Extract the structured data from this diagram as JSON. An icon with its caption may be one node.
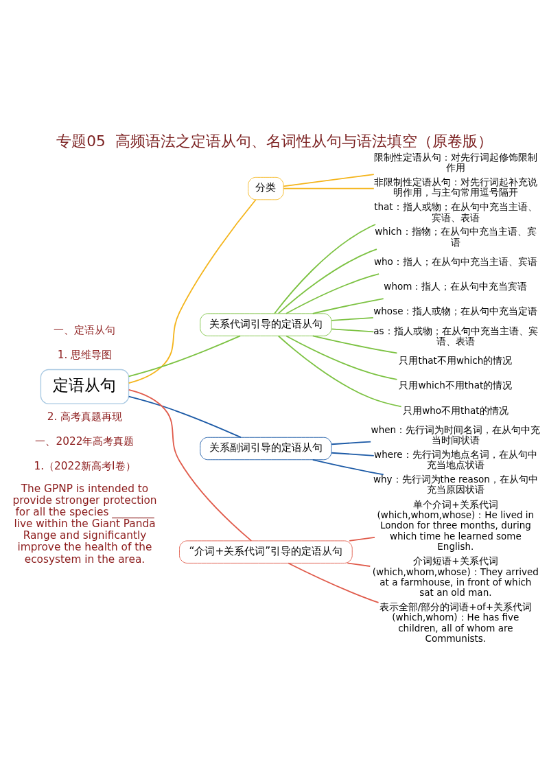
{
  "diagram": {
    "title": "专题05  高频语法之定语从句、名词性从句与语法填空（原卷版）",
    "nodes": [
      {
        "text": [
          "定语从句"
        ]
      },
      {
        "text": [
          "分类"
        ]
      },
      {
        "text": [
          "限制性定语从句：对先行词起修饰限制作用"
        ]
      },
      {
        "text": [
          "非限制性定语从句：对先行词起补充说明作用，与主句常用逗号隔开"
        ]
      },
      {
        "text": [
          "关系代词引导的定语从句"
        ]
      },
      {
        "text": [
          "that：指人或物；在从句中充当主语、宾语、表语"
        ]
      },
      {
        "text": [
          "which：指物；在从句中充当主语、宾语"
        ]
      },
      {
        "text": [
          "who：指人；在从句中充当主语、宾语"
        ]
      },
      {
        "text": [
          "whom：指人；在从句中充当宾语"
        ]
      },
      {
        "text": [
          "whose：指人或物；在从句中充当定语"
        ]
      },
      {
        "text": [
          "as：指人或物；在从句中充当主语、宾语、表语"
        ]
      },
      {
        "text": [
          "只用that不用which的情况"
        ]
      },
      {
        "text": [
          "只用which不用that的情况"
        ]
      },
      {
        "text": [
          "只用who不用that的情况"
        ]
      },
      {
        "text": [
          "关系副词引导的定语从句"
        ]
      },
      {
        "text": [
          "when：先行词为时间名词，在从句中充当时间状语"
        ]
      },
      {
        "text": [
          "where：先行词为地点名词，在从句中充当地点状语"
        ]
      },
      {
        "text": [
          "why：先行词为the reason，在从句中充当原因状语"
        ]
      },
      {
        "text": [
          "“介词+关系代词”引导的定语从句"
        ]
      },
      {
        "text": [
          "单个介词+关系代词(which,whom,whose)：He lived in London for three months, during which time he learned some English."
        ]
      },
      {
        "text": [
          "介词短语+关系代词(which,whom,whose)：They arrived at a farmhouse, in front of which sat an old man."
        ]
      },
      {
        "text": [
          "表示全部/部分的词语+of+关系代词(which,whom)：He has five children, all of whom are Communists."
        ]
      }
    ],
    "edges": [
      {
        "from": 0,
        "to": 1,
        "arrow": "none",
        "color": "#f4b41a"
      },
      {
        "from": 1,
        "to": 2,
        "arrow": "none",
        "color": "#f4b41a"
      },
      {
        "from": 1,
        "to": 3,
        "arrow": "none",
        "color": "#f4b41a"
      },
      {
        "from": 0,
        "to": 4,
        "arrow": "none"
      },
      {
        "from": 4,
        "to": 5,
        "arrow": "none"
      },
      {
        "from": 4,
        "to": 6,
        "arrow": "none"
      },
      {
        "from": 4,
        "to": 7,
        "arrow": "none"
      },
      {
        "from": 4,
        "to": 8,
        "arrow": "none"
      },
      {
        "from": 4,
        "to": 9,
        "arrow": "none"
      },
      {
        "from": 4,
        "to": 10,
        "arrow": "none"
      },
      {
        "from": 4,
        "to": 11,
        "arrow": "none"
      },
      {
        "from": 4,
        "to": 12,
        "arrow": "none"
      },
      {
        "from": 4,
        "to": 13,
        "arrow": "none"
      },
      {
        "from": 0,
        "to": 14,
        "arrow": "none",
        "color": "#1c5aa6"
      },
      {
        "from": 14,
        "to": 15,
        "arrow": "none",
        "color": "#1c5aa6"
      },
      {
        "from": 14,
        "to": 16,
        "arrow": "none",
        "color": "#1c5aa6"
      },
      {
        "from": 14,
        "to": 17,
        "arrow": "none",
        "color": "#1c5aa6"
      },
      {
        "from": 0,
        "to": 18,
        "arrow": "none",
        "color": "#e05a4a"
      },
      {
        "from": 18,
        "to": 19,
        "arrow": "none",
        "color": "#e05a4a"
      },
      {
        "from": 18,
        "to": 20,
        "arrow": "none",
        "color": "#e05a4a"
      },
      {
        "from": 18,
        "to": 21,
        "arrow": "none",
        "color": "#e05a4a"
      }
    ],
    "labels": [
      "一、定语从句",
      "1. 思维导图",
      "2. 高考真题再现",
      "一、2022年高考真题",
      "1.（2022新高考I卷）",
      "The GPNP is intended to provide stronger protection for all the species ________ live within the Giant Panda Range and significantly improve the health of the ecosystem in the area."
    ]
  }
}
